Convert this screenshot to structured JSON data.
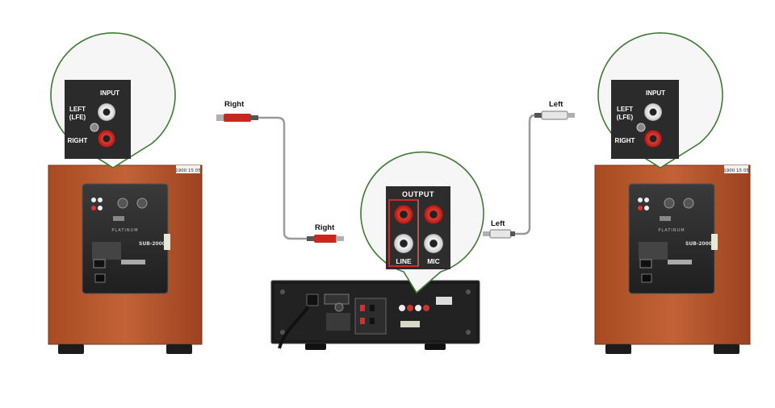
{
  "cables": {
    "left_sub_end": "Right",
    "amp_right_end": "Right",
    "amp_left_end": "Left",
    "right_sub_end": "Left"
  },
  "sub_panel": {
    "input": "INPUT",
    "left_lfe_1": "LEFT",
    "left_lfe_2": "(LFE)",
    "right": "RIGHT"
  },
  "amp_panel": {
    "output": "OUTPUT",
    "line": "LINE",
    "mic": "MIC"
  },
  "subwoofer": {
    "model": "SUB-2000",
    "brand": "PLATINUM",
    "tag": "1900 15 05"
  },
  "colors": {
    "wood": "#b5552b",
    "wood_dark": "#8c3a1a",
    "callout_border": "#3f7a35",
    "red_jack": "#c8261e",
    "cable": "#9a9a9a",
    "panel": "#2a2a2a"
  }
}
